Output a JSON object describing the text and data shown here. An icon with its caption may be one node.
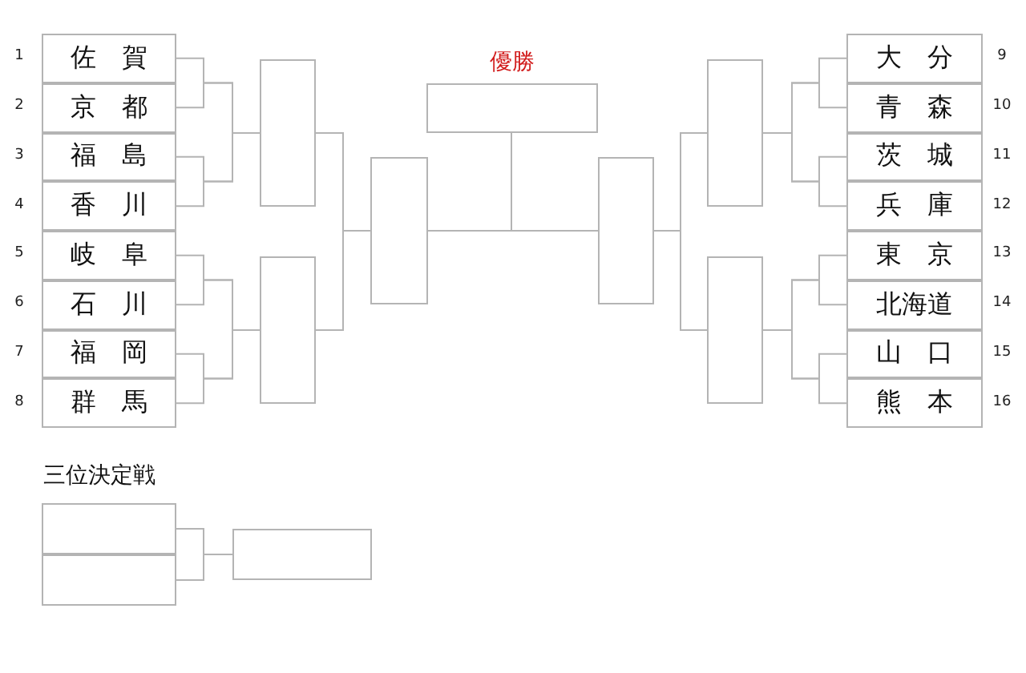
{
  "diagram": {
    "nodes": [
      {
        "text": [
          "佐賀"
        ],
        "beside": [
          "1"
        ]
      },
      {
        "text": [
          "京都"
        ],
        "beside": [
          "2"
        ]
      },
      {
        "text": [
          "福島"
        ],
        "beside": [
          "3"
        ]
      },
      {
        "text": [
          "香川"
        ],
        "beside": [
          "4"
        ]
      },
      {
        "text": [
          "岐阜"
        ],
        "beside": [
          "5"
        ]
      },
      {
        "text": [
          "石川"
        ],
        "beside": [
          "6"
        ]
      },
      {
        "text": [
          "福岡"
        ],
        "beside": [
          "7"
        ]
      },
      {
        "text": [
          "群馬"
        ],
        "beside": [
          "8"
        ]
      },
      {
        "text": [
          "大分"
        ],
        "beside": [
          "9"
        ]
      },
      {
        "text": [
          "青森"
        ],
        "beside": [
          "10"
        ]
      },
      {
        "text": [
          "茨城"
        ],
        "beside": [
          "11"
        ]
      },
      {
        "text": [
          "兵庫"
        ],
        "beside": [
          "12"
        ]
      },
      {
        "text": [
          "東京"
        ],
        "beside": [
          "13"
        ]
      },
      {
        "text": [
          "北海道"
        ],
        "beside": [
          "14"
        ]
      },
      {
        "text": [
          "山口"
        ],
        "beside": [
          "15"
        ]
      },
      {
        "text": [
          "熊本"
        ],
        "beside": [
          "16"
        ]
      },
      {
        "text": [],
        "shape": "box"
      },
      {
        "text": [],
        "shape": "box"
      },
      {
        "text": [],
        "shape": "box"
      },
      {
        "text": [
          "優勝"
        ]
      },
      {
        "text": [],
        "shape": "box"
      },
      {
        "text": [],
        "shape": "box"
      },
      {
        "text": [],
        "shape": "box"
      },
      {
        "text": [],
        "shape": "box"
      },
      {
        "text": [],
        "shape": "box"
      },
      {
        "text": [],
        "shape": "box"
      }
    ],
    "edges": [
      {
        "from": 0,
        "to": 16,
        "arrow": "none"
      },
      {
        "from": 1,
        "to": 16,
        "arrow": "none"
      },
      {
        "from": 2,
        "to": 16,
        "arrow": "none"
      },
      {
        "from": 3,
        "to": 16,
        "arrow": "none"
      },
      {
        "from": 4,
        "to": 17,
        "arrow": "none"
      },
      {
        "from": 5,
        "to": 17,
        "arrow": "none"
      },
      {
        "from": 6,
        "to": 17,
        "arrow": "none"
      },
      {
        "from": 7,
        "to": 17,
        "arrow": "none"
      },
      {
        "from": 8,
        "to": 21,
        "arrow": "none"
      },
      {
        "from": 9,
        "to": 21,
        "arrow": "none"
      },
      {
        "from": 10,
        "to": 21,
        "arrow": "none"
      },
      {
        "from": 11,
        "to": 21,
        "arrow": "none"
      },
      {
        "from": 12,
        "to": 22,
        "arrow": "none"
      },
      {
        "from": 13,
        "to": 22,
        "arrow": "none"
      },
      {
        "from": 14,
        "to": 22,
        "arrow": "none"
      },
      {
        "from": 15,
        "to": 22,
        "arrow": "none"
      },
      {
        "from": 16,
        "to": 18,
        "arrow": "none"
      },
      {
        "from": 17,
        "to": 18,
        "arrow": "none"
      },
      {
        "from": 21,
        "to": 20,
        "arrow": "none"
      },
      {
        "from": 22,
        "to": 20,
        "arrow": "none"
      },
      {
        "from": 18,
        "to": 19,
        "arrow": "none"
      },
      {
        "from": 20,
        "to": 19,
        "arrow": "none"
      },
      {
        "from": 23,
        "to": 25,
        "arrow": "none"
      },
      {
        "from": 24,
        "to": 25,
        "arrow": "none"
      }
    ],
    "labels": [
      "三位決定戦"
    ]
  }
}
